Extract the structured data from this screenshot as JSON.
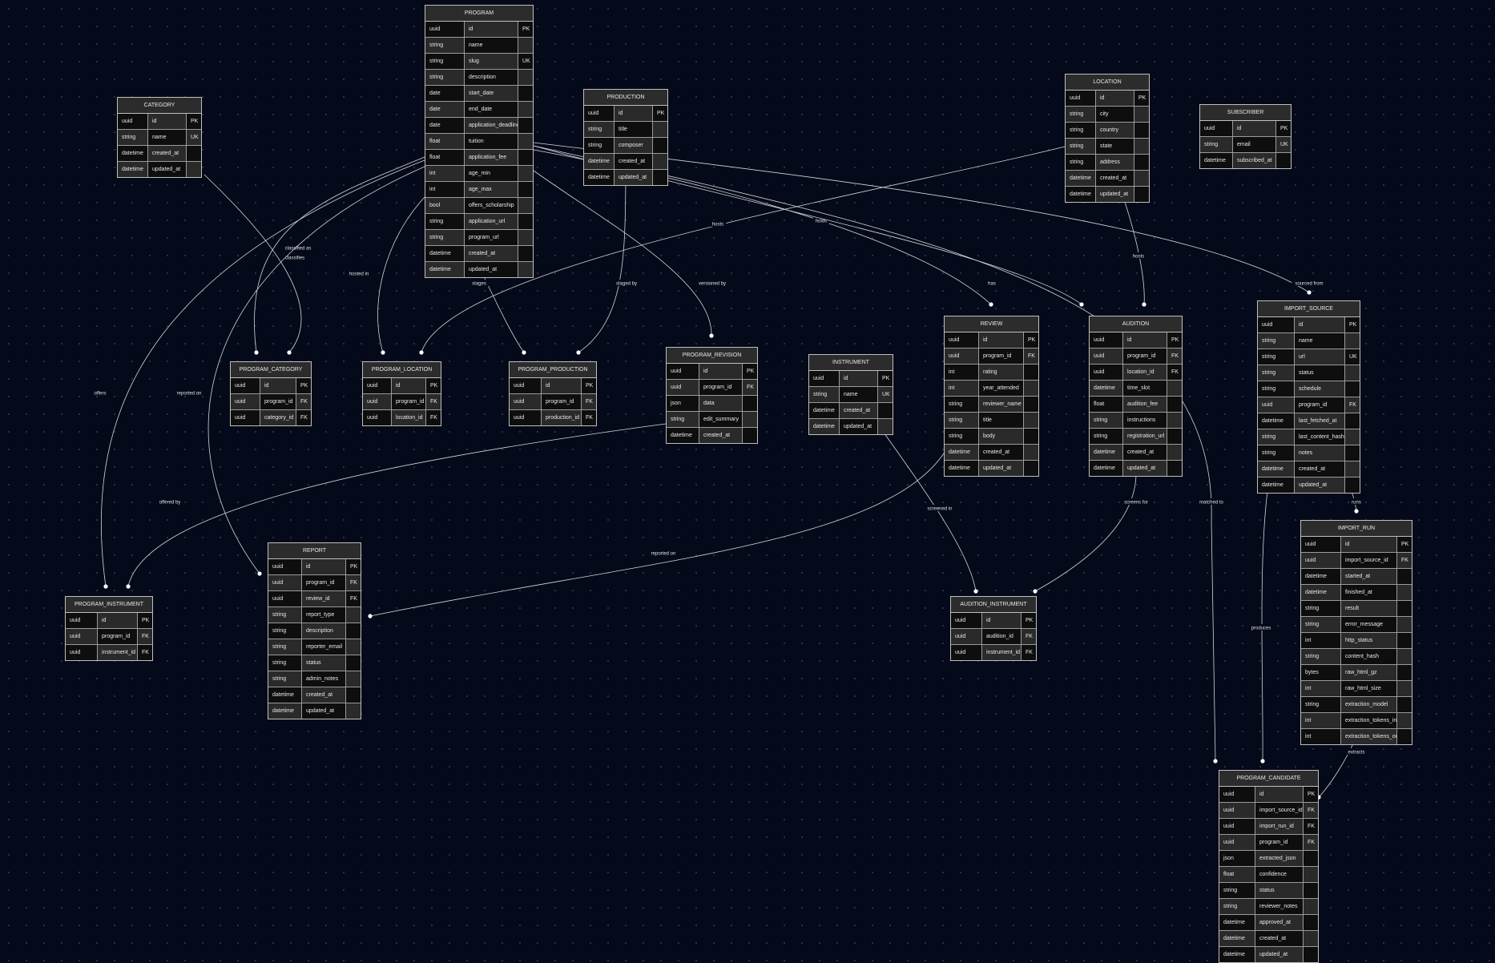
{
  "entities": [
    {
      "id": "program",
      "title": "PROGRAM",
      "rows": [
        [
          "uuid",
          "id",
          "PK"
        ],
        [
          "string",
          "name",
          ""
        ],
        [
          "string",
          "slug",
          "UK"
        ],
        [
          "string",
          "description",
          ""
        ],
        [
          "date",
          "start_date",
          ""
        ],
        [
          "date",
          "end_date",
          ""
        ],
        [
          "date",
          "application_deadline",
          ""
        ],
        [
          "float",
          "tuition",
          ""
        ],
        [
          "float",
          "application_fee",
          ""
        ],
        [
          "int",
          "age_min",
          ""
        ],
        [
          "int",
          "age_max",
          ""
        ],
        [
          "bool",
          "offers_scholarship",
          ""
        ],
        [
          "string",
          "application_url",
          ""
        ],
        [
          "string",
          "program_url",
          ""
        ],
        [
          "datetime",
          "created_at",
          ""
        ],
        [
          "datetime",
          "updated_at",
          ""
        ]
      ]
    },
    {
      "id": "category",
      "title": "CATEGORY",
      "rows": [
        [
          "uuid",
          "id",
          "PK"
        ],
        [
          "string",
          "name",
          "UK"
        ],
        [
          "datetime",
          "created_at",
          ""
        ],
        [
          "datetime",
          "updated_at",
          ""
        ]
      ]
    },
    {
      "id": "production",
      "title": "PRODUCTION",
      "rows": [
        [
          "uuid",
          "id",
          "PK"
        ],
        [
          "string",
          "title",
          ""
        ],
        [
          "string",
          "composer",
          ""
        ],
        [
          "datetime",
          "created_at",
          ""
        ],
        [
          "datetime",
          "updated_at",
          ""
        ]
      ]
    },
    {
      "id": "location",
      "title": "LOCATION",
      "rows": [
        [
          "uuid",
          "id",
          "PK"
        ],
        [
          "string",
          "city",
          ""
        ],
        [
          "string",
          "country",
          ""
        ],
        [
          "string",
          "state",
          ""
        ],
        [
          "string",
          "address",
          ""
        ],
        [
          "datetime",
          "created_at",
          ""
        ],
        [
          "datetime",
          "updated_at",
          ""
        ]
      ]
    },
    {
      "id": "subscriber",
      "title": "SUBSCRIBER",
      "rows": [
        [
          "uuid",
          "id",
          "PK"
        ],
        [
          "string",
          "email",
          "UK"
        ],
        [
          "datetime",
          "subscribed_at",
          ""
        ]
      ]
    },
    {
      "id": "program_category",
      "title": "PROGRAM_CATEGORY",
      "rows": [
        [
          "uuid",
          "id",
          "PK"
        ],
        [
          "uuid",
          "program_id",
          "FK"
        ],
        [
          "uuid",
          "category_id",
          "FK"
        ]
      ]
    },
    {
      "id": "program_location",
      "title": "PROGRAM_LOCATION",
      "rows": [
        [
          "uuid",
          "id",
          "PK"
        ],
        [
          "uuid",
          "program_id",
          "FK"
        ],
        [
          "uuid",
          "location_id",
          "FK"
        ]
      ]
    },
    {
      "id": "program_production",
      "title": "PROGRAM_PRODUCTION",
      "rows": [
        [
          "uuid",
          "id",
          "PK"
        ],
        [
          "uuid",
          "program_id",
          "FK"
        ],
        [
          "uuid",
          "production_id",
          "FK"
        ]
      ]
    },
    {
      "id": "program_revision",
      "title": "PROGRAM_REVISION",
      "rows": [
        [
          "uuid",
          "id",
          "PK"
        ],
        [
          "uuid",
          "program_id",
          "FK"
        ],
        [
          "json",
          "data",
          ""
        ],
        [
          "string",
          "edit_summary",
          ""
        ],
        [
          "datetime",
          "created_at",
          ""
        ]
      ]
    },
    {
      "id": "instrument",
      "title": "INSTRUMENT",
      "rows": [
        [
          "uuid",
          "id",
          "PK"
        ],
        [
          "string",
          "name",
          "UK"
        ],
        [
          "datetime",
          "created_at",
          ""
        ],
        [
          "datetime",
          "updated_at",
          ""
        ]
      ]
    },
    {
      "id": "review",
      "title": "REVIEW",
      "rows": [
        [
          "uuid",
          "id",
          "PK"
        ],
        [
          "uuid",
          "program_id",
          "FK"
        ],
        [
          "int",
          "rating",
          ""
        ],
        [
          "int",
          "year_attended",
          ""
        ],
        [
          "string",
          "reviewer_name",
          ""
        ],
        [
          "string",
          "title",
          ""
        ],
        [
          "string",
          "body",
          ""
        ],
        [
          "datetime",
          "created_at",
          ""
        ],
        [
          "datetime",
          "updated_at",
          ""
        ]
      ]
    },
    {
      "id": "audition",
      "title": "AUDITION",
      "rows": [
        [
          "uuid",
          "id",
          "PK"
        ],
        [
          "uuid",
          "program_id",
          "FK"
        ],
        [
          "uuid",
          "location_id",
          "FK"
        ],
        [
          "datetime",
          "time_slot",
          ""
        ],
        [
          "float",
          "audition_fee",
          ""
        ],
        [
          "string",
          "instructions",
          ""
        ],
        [
          "string",
          "registration_url",
          ""
        ],
        [
          "datetime",
          "created_at",
          ""
        ],
        [
          "datetime",
          "updated_at",
          ""
        ]
      ]
    },
    {
      "id": "import_source",
      "title": "IMPORT_SOURCE",
      "rows": [
        [
          "uuid",
          "id",
          "PK"
        ],
        [
          "string",
          "name",
          ""
        ],
        [
          "string",
          "url",
          "UK"
        ],
        [
          "string",
          "status",
          ""
        ],
        [
          "string",
          "schedule",
          ""
        ],
        [
          "uuid",
          "program_id",
          "FK"
        ],
        [
          "datetime",
          "last_fetched_at",
          ""
        ],
        [
          "string",
          "last_content_hash",
          ""
        ],
        [
          "string",
          "notes",
          ""
        ],
        [
          "datetime",
          "created_at",
          ""
        ],
        [
          "datetime",
          "updated_at",
          ""
        ]
      ]
    },
    {
      "id": "import_run",
      "title": "IMPORT_RUN",
      "rows": [
        [
          "uuid",
          "id",
          "PK"
        ],
        [
          "uuid",
          "import_source_id",
          "FK"
        ],
        [
          "datetime",
          "started_at",
          ""
        ],
        [
          "datetime",
          "finished_at",
          ""
        ],
        [
          "string",
          "result",
          ""
        ],
        [
          "string",
          "error_message",
          ""
        ],
        [
          "int",
          "http_status",
          ""
        ],
        [
          "string",
          "content_hash",
          ""
        ],
        [
          "bytes",
          "raw_html_gz",
          ""
        ],
        [
          "int",
          "raw_html_size",
          ""
        ],
        [
          "string",
          "extraction_model",
          ""
        ],
        [
          "int",
          "extraction_tokens_in",
          ""
        ],
        [
          "int",
          "extraction_tokens_out",
          ""
        ]
      ]
    },
    {
      "id": "program_instrument",
      "title": "PROGRAM_INSTRUMENT",
      "rows": [
        [
          "uuid",
          "id",
          "PK"
        ],
        [
          "uuid",
          "program_id",
          "FK"
        ],
        [
          "uuid",
          "instrument_id",
          "FK"
        ]
      ]
    },
    {
      "id": "report",
      "title": "REPORT",
      "rows": [
        [
          "uuid",
          "id",
          "PK"
        ],
        [
          "uuid",
          "program_id",
          "FK"
        ],
        [
          "uuid",
          "review_id",
          "FK"
        ],
        [
          "string",
          "report_type",
          ""
        ],
        [
          "string",
          "description",
          ""
        ],
        [
          "string",
          "reporter_email",
          ""
        ],
        [
          "string",
          "status",
          ""
        ],
        [
          "string",
          "admin_notes",
          ""
        ],
        [
          "datetime",
          "created_at",
          ""
        ],
        [
          "datetime",
          "updated_at",
          ""
        ]
      ]
    },
    {
      "id": "audition_instrument",
      "title": "AUDITION_INSTRUMENT",
      "rows": [
        [
          "uuid",
          "id",
          "PK"
        ],
        [
          "uuid",
          "audition_id",
          "FK"
        ],
        [
          "uuid",
          "instrument_id",
          "FK"
        ]
      ]
    },
    {
      "id": "program_candidate",
      "title": "PROGRAM_CANDIDATE",
      "rows": [
        [
          "uuid",
          "id",
          "PK"
        ],
        [
          "uuid",
          "import_source_id",
          "FK"
        ],
        [
          "uuid",
          "import_run_id",
          "FK"
        ],
        [
          "uuid",
          "program_id",
          "FK"
        ],
        [
          "json",
          "extracted_json",
          ""
        ],
        [
          "float",
          "confidence",
          ""
        ],
        [
          "string",
          "status",
          ""
        ],
        [
          "string",
          "reviewer_notes",
          ""
        ],
        [
          "datetime",
          "approved_at",
          ""
        ],
        [
          "datetime",
          "created_at",
          ""
        ],
        [
          "datetime",
          "updated_at",
          ""
        ]
      ]
    }
  ],
  "relationships": [
    {
      "id": "classified_as",
      "label": "classified as"
    },
    {
      "id": "classifies",
      "label": "classifies"
    },
    {
      "id": "hosted_in",
      "label": "hosted in"
    },
    {
      "id": "hosts1",
      "label": "hosts"
    },
    {
      "id": "stages",
      "label": "stages"
    },
    {
      "id": "staged_by",
      "label": "staged by"
    },
    {
      "id": "versioned_by",
      "label": "versioned by"
    },
    {
      "id": "holds",
      "label": "holds"
    },
    {
      "id": "has",
      "label": "has"
    },
    {
      "id": "hosts2",
      "label": "hosts"
    },
    {
      "id": "sourced_from",
      "label": "sourced from"
    },
    {
      "id": "offers",
      "label": "offers"
    },
    {
      "id": "reported_on1",
      "label": "reported on"
    },
    {
      "id": "offered_by",
      "label": "offered by"
    },
    {
      "id": "reported_on2",
      "label": "reported on"
    },
    {
      "id": "screened_in",
      "label": "screened in"
    },
    {
      "id": "screens_for",
      "label": "screens for"
    },
    {
      "id": "matched_to",
      "label": "matched to"
    },
    {
      "id": "runs",
      "label": "runs"
    },
    {
      "id": "produces",
      "label": "produces"
    },
    {
      "id": "extracts",
      "label": "extracts"
    }
  ]
}
